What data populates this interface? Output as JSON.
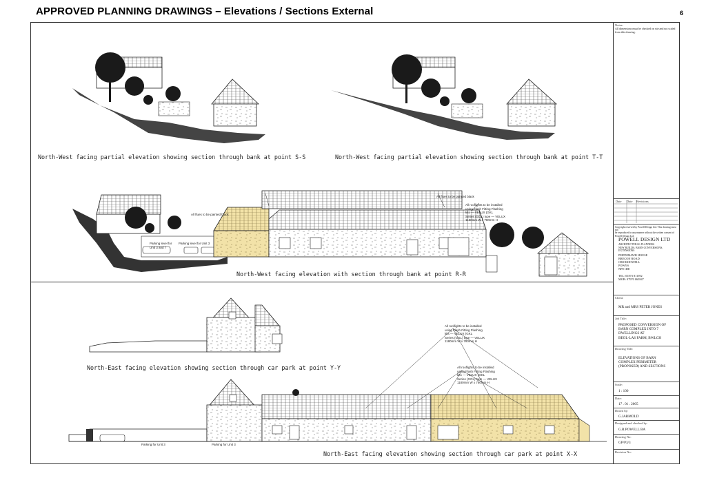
{
  "header": {
    "title": "APPROVED PLANNING DRAWINGS – Elevations / Sections External",
    "page_number": "6"
  },
  "captions": {
    "ss": "North-West facing partial elevation showing section through bank at point S-S",
    "tt": "North-West facing partial elevation showing section through bank at point T-T",
    "rr": "North-West facing elevation with section through bank at point R-R",
    "yy": "North-East facing elevation showing section through car park at point Y-Y",
    "xx": "North-East facing elevation showing section through car park at point X-X"
  },
  "annotations": {
    "flues_1": "All flues to be painted black",
    "rooflights_1": "All rooflights to be installed\nusing Flash Fitting Flashing\nkits — VELUX (GKL\nSeries (GGL) type — VELUX\n1180mm W x 780mm H",
    "flues_2": "All flues to be painted black",
    "rooflights_2": "All rooflights to be installed\nusing Flash Fitting Flashing\nkits — VELUX (GKL\nSeries (GGL) type — VELUX\n1180mm W x 780mm H",
    "rooflights_3": "All rooflights to be installed\nusing Flash Fitting Flashing\nkits — VELUX (GKL\nSeries (GGL) type — VELUX\n1180mm W x 780mm H",
    "parking_1": "Parking level for\nUnit 3 and 7",
    "parking_2": "Parking level for Unit 3",
    "parking_3": "Parking for Unit 3",
    "parking_4": "Parking for Unit 3"
  },
  "title_block": {
    "notes_label": "Notes:",
    "notes_text": "All dimensions must be checked on site and not scaled\nfrom this drawing.",
    "rev_headers": [
      "Date",
      "Date",
      "Revisions"
    ],
    "copyright": "Copyright reserved by Powell Design Ltd. This drawing must not\nbe reproduced in any manner without the written consent of\nPowell Design Ltd.",
    "company": "POWELL DESIGN LTD",
    "company_sub": "ARCHITECTURAL PLANNERS\nNEW BUILDS, BARN CONVERSIONS, EXTENSIONS",
    "address": "PERTHMAWR HOUSE\nBRECON ROAD\nCRICKHOWELL\nPOWYS\nNP8 1DE",
    "tel": "TEL: 01873 811592\nMOB: 07970 065847",
    "client_label": "Client:",
    "client": "MR and MRS PETER JONES",
    "job_label": "Job Title:",
    "job": "PROPOSED CONVERSION OF\nBARN COMPLEX INTO 7\nDWELLINGS AT\nBEOL-LAS FARM, BWLCH",
    "drawing_label": "Drawing Title:",
    "drawing": "ELEVATIONS OF BARN\nCOMPLEX PERIMETER\n(PROPOSED) AND SECTIONS",
    "scale_label": "Scale:",
    "scale": "1 : 100",
    "date_label": "Date:",
    "date": "17 . 01 . 2005",
    "drawn_label": "Drawn by:",
    "drawn": "G.JARMOLD",
    "checked_label": "Designed and checked by:",
    "checked": "G.R.POWELL   BA",
    "no_label": "Drawing No:",
    "no": "GP/P3/3",
    "revno_label": "Revision No:"
  },
  "colors": {
    "highlight": "#f2e2a8",
    "line": "#222222",
    "tree": "#1a1a1a",
    "ground": "#333333"
  }
}
